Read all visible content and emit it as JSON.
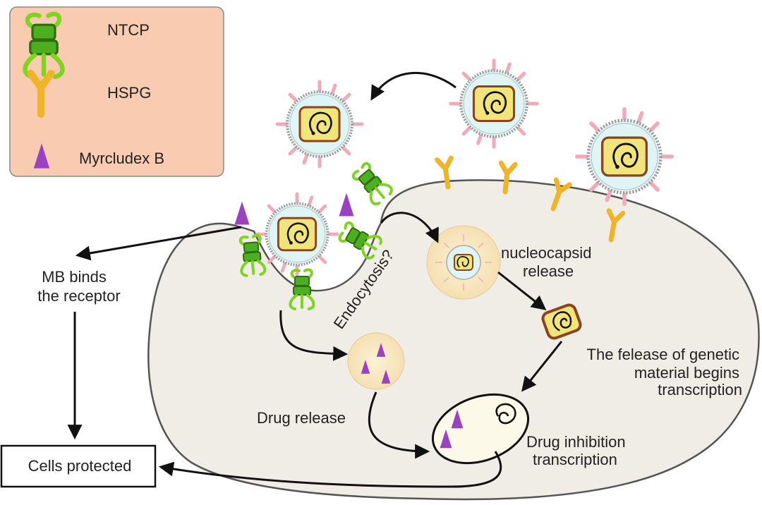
{
  "legend": {
    "ntcp": "NTCP",
    "hspg": "HSPG",
    "myrcludex": "Myrcludex B"
  },
  "labels": {
    "mb_binds_line1": "MB binds",
    "mb_binds_line2": "the receptor",
    "cells_protected": "Cells protected",
    "endocytosis": "Endocytosis?",
    "nucleocapsid_line1": "nucleocapsid",
    "nucleocapsid_line2": "release",
    "felease_line1": "The felease of genetic",
    "felease_line2": "material begins",
    "felease_line3": "transcription",
    "drug_release": "Drug release",
    "drug_inhibition_line1": "Drug inhibition",
    "drug_inhibition_line2": "transcription"
  },
  "colors": {
    "legend_bg": "#f9cbb0",
    "cell_fill": "#efede5",
    "ntcp_light": "#7fd321",
    "ntcp_dark": "#4a8a12",
    "hspg": "#f0b429",
    "myrcludex": "#9b42c2",
    "virus_envelope": "#dff4f4",
    "capsid": "#f1e47a",
    "capsid_border": "#8a4420",
    "spike": "#f3aab8"
  },
  "icons": [
    "ntcp-receptor-icon",
    "hspg-receptor-icon",
    "myrcludex-triangle-icon",
    "virus-icon",
    "vesicle-icon",
    "nucleus-icon"
  ]
}
